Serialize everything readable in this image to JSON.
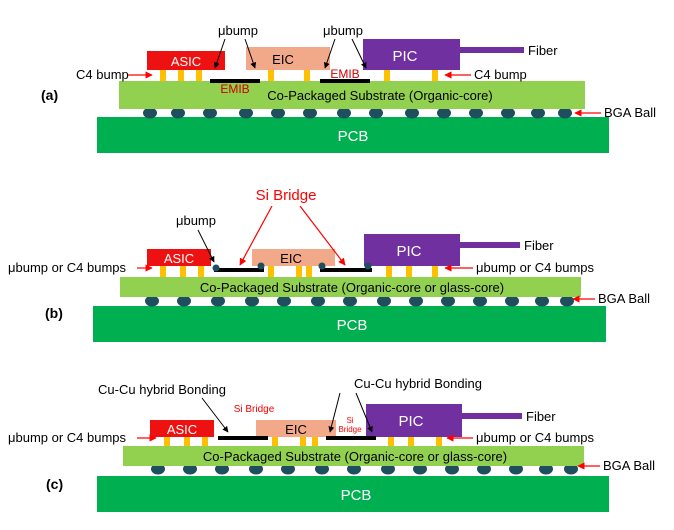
{
  "colors": {
    "asic": "#ee1111",
    "eic": "#f2a98a",
    "pic": "#7030a0",
    "fiber": "#7030a0",
    "substrate": "#92d050",
    "pcb": "#00b050",
    "bump": "#ffc000",
    "bga": "#1f4e5f",
    "bridge": "#000000",
    "arrow": "#ff0000",
    "red_text": "#ff0000",
    "text": "#000000",
    "white_text": "#ffffff"
  },
  "panels": [
    {
      "id": "a",
      "label": "(a)",
      "chips": {
        "asic": "ASIC",
        "eic": "EIC",
        "pic": "PIC"
      },
      "fiber": "Fiber",
      "bridge_labels": [
        "EMIB",
        "EMIB"
      ],
      "callouts": {
        "ubump_1": "μbump",
        "ubump_2": "μbump",
        "left": "C4 bump",
        "right": "C4 bump",
        "bga": "BGA Ball"
      },
      "substrate": "Co-Packaged Substrate (Organic-core)",
      "pcb": "PCB"
    },
    {
      "id": "b",
      "label": "(b)",
      "chips": {
        "asic": "ASIC",
        "eic": "EIC",
        "pic": "PIC"
      },
      "fiber": "Fiber",
      "title": "Si Bridge",
      "callouts": {
        "ubump": "μbump",
        "left": "μbump or C4 bumps",
        "right": "μbump or C4 bumps",
        "bga": "BGA Ball"
      },
      "substrate": "Co-Packaged Substrate (Organic-core or glass-core)",
      "pcb": "PCB"
    },
    {
      "id": "c",
      "label": "(c)",
      "chips": {
        "asic": "ASIC",
        "eic": "EIC",
        "pic": "PIC"
      },
      "fiber": "Fiber",
      "hybrid": "Cu-Cu hybrid Bonding",
      "bridge_1": "Si Bridge",
      "bridge_2": [
        "Si",
        "Bridge"
      ],
      "callouts": {
        "left": "μbump or C4 bumps",
        "right": "μbump or C4 bumps",
        "bga": "BGA Ball"
      },
      "substrate": "Co-Packaged Substrate (Organic-core or glass-core)",
      "pcb": "PCB"
    }
  ]
}
